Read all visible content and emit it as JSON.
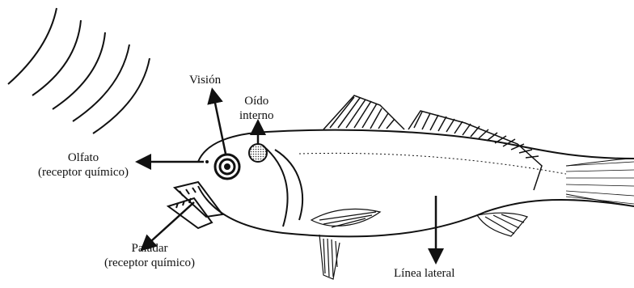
{
  "labels": {
    "vision": "Visión",
    "inner_ear_line1": "Oído",
    "inner_ear_line2": "interno",
    "smell_line1": "Olfato",
    "smell_line2": "(receptor químico)",
    "taste_line1": "Paladar",
    "taste_line2": "(receptor químico)",
    "lateral_line": "Línea lateral"
  },
  "colors": {
    "ink": "#111111",
    "background": "#ffffff"
  }
}
